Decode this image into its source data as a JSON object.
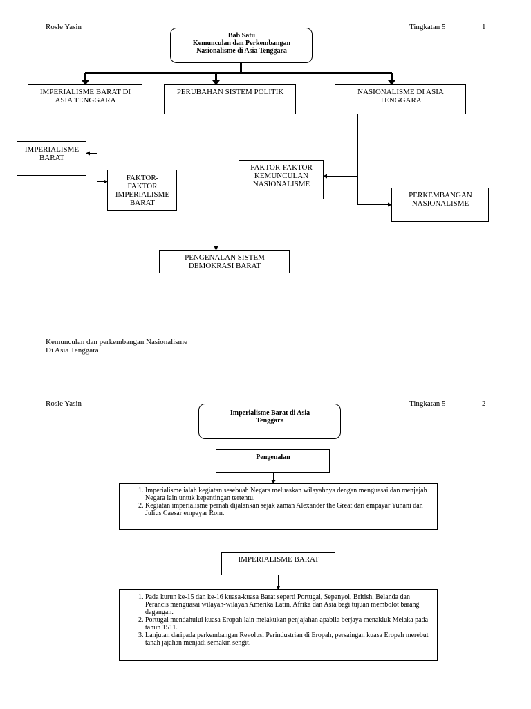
{
  "page1": {
    "author": "Rosle Yasin",
    "form": "Tingkatan 5",
    "page_no": "1",
    "title_lines": [
      "Bab Satu",
      "Kemunculan dan Perkembangan",
      "Nasionalisme di Asia Tenggara"
    ],
    "box_imperialisme_barat_asia": [
      "IMPERIALISME BARAT DI",
      "ASIA TENGGARA"
    ],
    "box_perubahan_politik": "PERUBAHAN SISTEM POLITIK",
    "box_nasionalisme_asia": [
      "NASIONALISME DI ASIA",
      "TENGGARA"
    ],
    "box_imperialisme_barat": [
      "IMPERIALISME",
      "BARAT"
    ],
    "box_faktor_imperialisme": [
      "FAKTOR-",
      "FAKTOR",
      "IMPERIALISME",
      "BARAT"
    ],
    "box_faktor_kemunculan": [
      "FAKTOR-FAKTOR",
      "KEMUNCULAN",
      "NASIONALISME"
    ],
    "box_perkembangan": [
      "PERKEMBANGAN",
      "NASIONALISME"
    ],
    "box_pengenalan_demokrasi": [
      "PENGENALAN SISTEM",
      "DEMOKRASI BARAT"
    ],
    "footer_lines": [
      "Kemunculan dan perkembangan Nasionalisme",
      "Di Asia Tenggara"
    ]
  },
  "page2": {
    "author": "Rosle Yasin",
    "form": "Tingkatan 5",
    "page_no": "2",
    "title_lines": [
      "Imperialisme Barat di Asia",
      "Tenggara"
    ],
    "pengenalan_label": "Pengenalan",
    "pengenalan_points": [
      "Imperialisme ialah kegiatan sesebuah Negara meluaskan wilayahnya dengan menguasai dan menjajah Negara lain untuk kepentingan tertentu.",
      "Kegiatan imperialisme pernah dijalankan sejak zaman Alexander the Great dari empayar Yunani dan Julius Caesar empayar Rom."
    ],
    "imperialisme_label": "IMPERIALISME BARAT",
    "imperialisme_points": [
      "Pada kurun ke-15 dan ke-16 kuasa-kuasa Barat seperti Portugal, Sepanyol, British, Belanda dan Perancis menguasai wilayah-wilayah Amerika Latin, Afrika dan Asia bagi tujuan membolot barang dagangan.",
      "Portugal mendahului kuasa Eropah lain melakukan penjajahan apabila berjaya menakluk Melaka pada tahun 1511.",
      "Lanjutan daripada perkembangan Revolusi Perindustrian di Eropah, persaingan kuasa Eropah merebut tanah jajahan menjadi semakin sengit."
    ]
  }
}
